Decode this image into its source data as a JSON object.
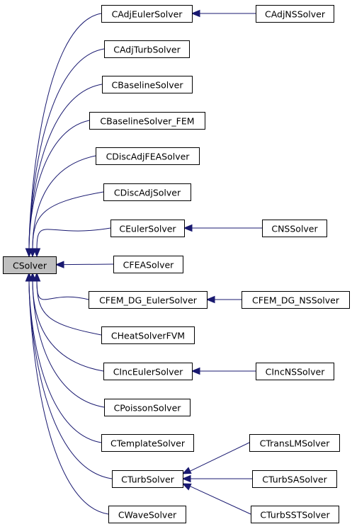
{
  "diagram": {
    "type": "inheritance-graph",
    "root": "CSolver",
    "nodes": [
      {
        "id": "csolver",
        "label": "CSolver"
      },
      {
        "id": "cadjeulersolver",
        "label": "CAdjEulerSolver"
      },
      {
        "id": "cadjturbsolver",
        "label": "CAdjTurbSolver"
      },
      {
        "id": "cbaselinesolver",
        "label": "CBaselineSolver"
      },
      {
        "id": "cbaselinesolver-fem",
        "label": "CBaselineSolver_FEM"
      },
      {
        "id": "cdiscadjfeasolver",
        "label": "CDiscAdjFEASolver"
      },
      {
        "id": "cdiscadjsolver",
        "label": "CDiscAdjSolver"
      },
      {
        "id": "ceulersolver",
        "label": "CEulerSolver"
      },
      {
        "id": "cfeasolver",
        "label": "CFEASolver"
      },
      {
        "id": "cfem-dg-eulersolver",
        "label": "CFEM_DG_EulerSolver"
      },
      {
        "id": "cheatsolverfvm",
        "label": "CHeatSolverFVM"
      },
      {
        "id": "cinceulersolver",
        "label": "CIncEulerSolver"
      },
      {
        "id": "cpoissonsolver",
        "label": "CPoissonSolver"
      },
      {
        "id": "ctemplatesolver",
        "label": "CTemplateSolver"
      },
      {
        "id": "cturbsolver",
        "label": "CTurbSolver"
      },
      {
        "id": "cwavesolver",
        "label": "CWaveSolver"
      },
      {
        "id": "cadjnssolver",
        "label": "CAdjNSSolver"
      },
      {
        "id": "cnssolver",
        "label": "CNSSolver"
      },
      {
        "id": "cfem-dg-nssolver",
        "label": "CFEM_DG_NSSolver"
      },
      {
        "id": "cincnssolver",
        "label": "CIncNSSolver"
      },
      {
        "id": "ctranslmsolver",
        "label": "CTransLMSolver"
      },
      {
        "id": "cturbsasolver",
        "label": "CTurbSASolver"
      },
      {
        "id": "cturbsstsolver",
        "label": "CTurbSSTSolver"
      }
    ],
    "edges": [
      {
        "from": "cadjeulersolver",
        "to": "csolver"
      },
      {
        "from": "cadjturbsolver",
        "to": "csolver"
      },
      {
        "from": "cbaselinesolver",
        "to": "csolver"
      },
      {
        "from": "cbaselinesolver-fem",
        "to": "csolver"
      },
      {
        "from": "cdiscadjfeasolver",
        "to": "csolver"
      },
      {
        "from": "cdiscadjsolver",
        "to": "csolver"
      },
      {
        "from": "ceulersolver",
        "to": "csolver"
      },
      {
        "from": "cfeasolver",
        "to": "csolver"
      },
      {
        "from": "cfem-dg-eulersolver",
        "to": "csolver"
      },
      {
        "from": "cheatsolverfvm",
        "to": "csolver"
      },
      {
        "from": "cinceulersolver",
        "to": "csolver"
      },
      {
        "from": "cpoissonsolver",
        "to": "csolver"
      },
      {
        "from": "ctemplatesolver",
        "to": "csolver"
      },
      {
        "from": "cturbsolver",
        "to": "csolver"
      },
      {
        "from": "cwavesolver",
        "to": "csolver"
      },
      {
        "from": "cadjnssolver",
        "to": "cadjeulersolver"
      },
      {
        "from": "cnssolver",
        "to": "ceulersolver"
      },
      {
        "from": "cfem-dg-nssolver",
        "to": "cfem-dg-eulersolver"
      },
      {
        "from": "cincnssolver",
        "to": "cinceulersolver"
      },
      {
        "from": "ctranslmsolver",
        "to": "cturbsolver"
      },
      {
        "from": "cturbsasolver",
        "to": "cturbsolver"
      },
      {
        "from": "cturbsstsolver",
        "to": "cturbsolver"
      }
    ],
    "colors": {
      "edge": "#191970",
      "root_fill": "#bfbfbf",
      "node_fill": "#ffffff",
      "node_border": "#000000"
    }
  }
}
